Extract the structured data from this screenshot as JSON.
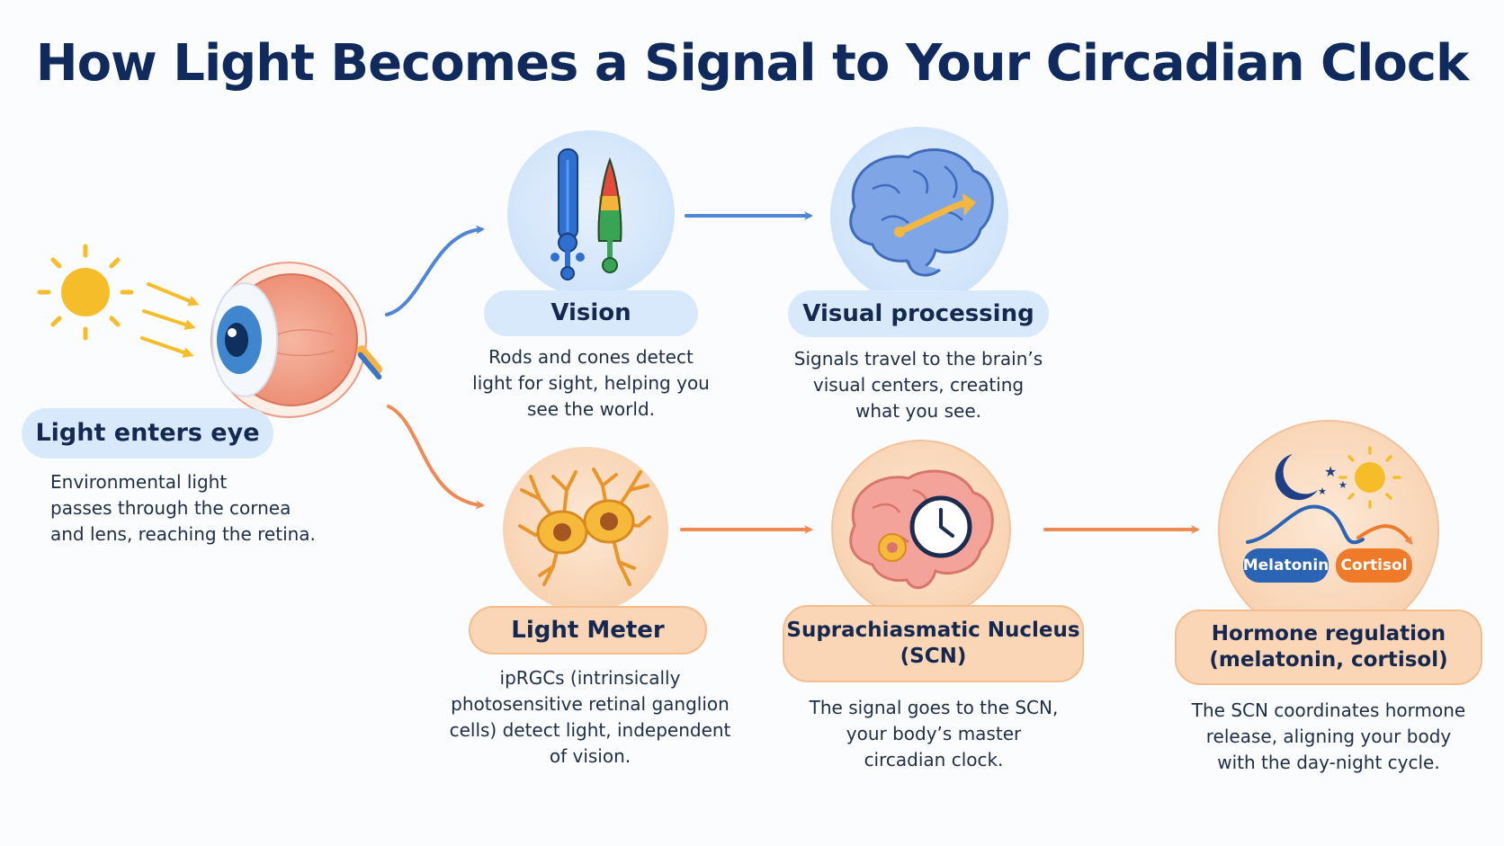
{
  "title": "How Light Becomes a Signal to Your Circadian Clock",
  "steps": {
    "eye": {
      "label": "Light enters eye",
      "desc": [
        "Environmental light",
        "passes through the cornea",
        "and lens, reaching the retina."
      ]
    },
    "vision": {
      "label": "Vision",
      "desc": [
        "Rods and cones detect",
        "light for sight, helping you",
        "see the world."
      ]
    },
    "visual_processing": {
      "label": "Visual processing",
      "desc": [
        "Signals travel to the brain’s",
        "visual centers, creating",
        "what you see."
      ]
    },
    "light_meter": {
      "label": "Light Meter",
      "desc": [
        "ipRGCs (intrinsically",
        "photosensitive retinal ganglion",
        "cells) detect light, independent",
        "of vision."
      ]
    },
    "scn": {
      "label_lines": [
        "Suprachiasmatic Nucleus",
        "(SCN)"
      ],
      "desc": [
        "The signal goes to the SCN,",
        "your body’s master",
        "circadian clock."
      ]
    },
    "hormone": {
      "label_lines": [
        "Hormone regulation",
        "(melatonin, cortisol)"
      ],
      "desc": [
        "The SCN coordinates hormone",
        "release, aligning your body",
        "with the day-night cycle."
      ],
      "badges": {
        "melatonin": "Melatonin",
        "cortisol": "Cortisol"
      }
    }
  },
  "colors": {
    "title": "#102a5e",
    "blue_pill": "#d8e9fb",
    "orange_pill": "#fad6b6",
    "blue_arrow": "#4f86d6",
    "orange_arrow": "#f08a55",
    "sun": "#f6bd2a",
    "melatonin_badge": "#2b63b5",
    "cortisol_badge": "#ef7a28"
  },
  "icons": [
    "sun-icon",
    "eye-icon",
    "rods-cones-icon",
    "brain-icon",
    "neuron-cells-icon",
    "scn-brain-clock-icon",
    "day-night-cycle-icon"
  ]
}
